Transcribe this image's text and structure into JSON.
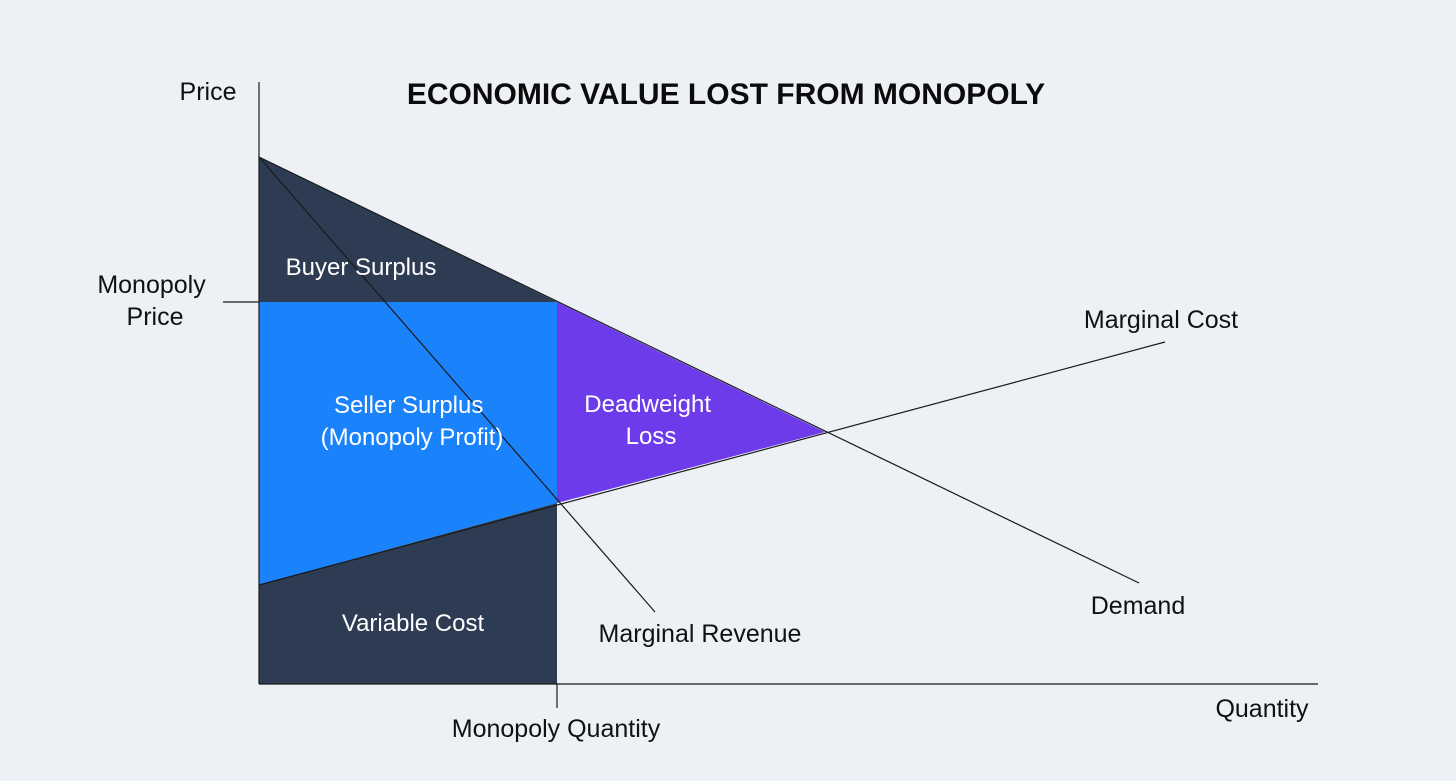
{
  "title": "ECONOMIC VALUE LOST FROM MONOPOLY",
  "axes": {
    "y_label": "Price",
    "x_label": "Quantity",
    "monopoly_price": [
      "Monopoly",
      "Price"
    ],
    "monopoly_quantity": "Monopoly Quantity"
  },
  "curves": {
    "marginal_cost": "Marginal Cost",
    "demand": "Demand",
    "marginal_revenue": "Marginal Revenue"
  },
  "regions": {
    "buyer_surplus": "Buyer Surplus",
    "seller_surplus": [
      "Seller Surplus",
      "(Monopoly Profit)"
    ],
    "deadweight_loss": [
      "Deadweight",
      "Loss"
    ],
    "variable_cost": "Variable Cost"
  },
  "colors": {
    "background": "#edf0f5",
    "buyer_surplus": "#2d3c52",
    "seller_surplus": "#1a82fb",
    "deadweight_loss": "#6e3bea",
    "variable_cost": "#2d3c52"
  }
}
